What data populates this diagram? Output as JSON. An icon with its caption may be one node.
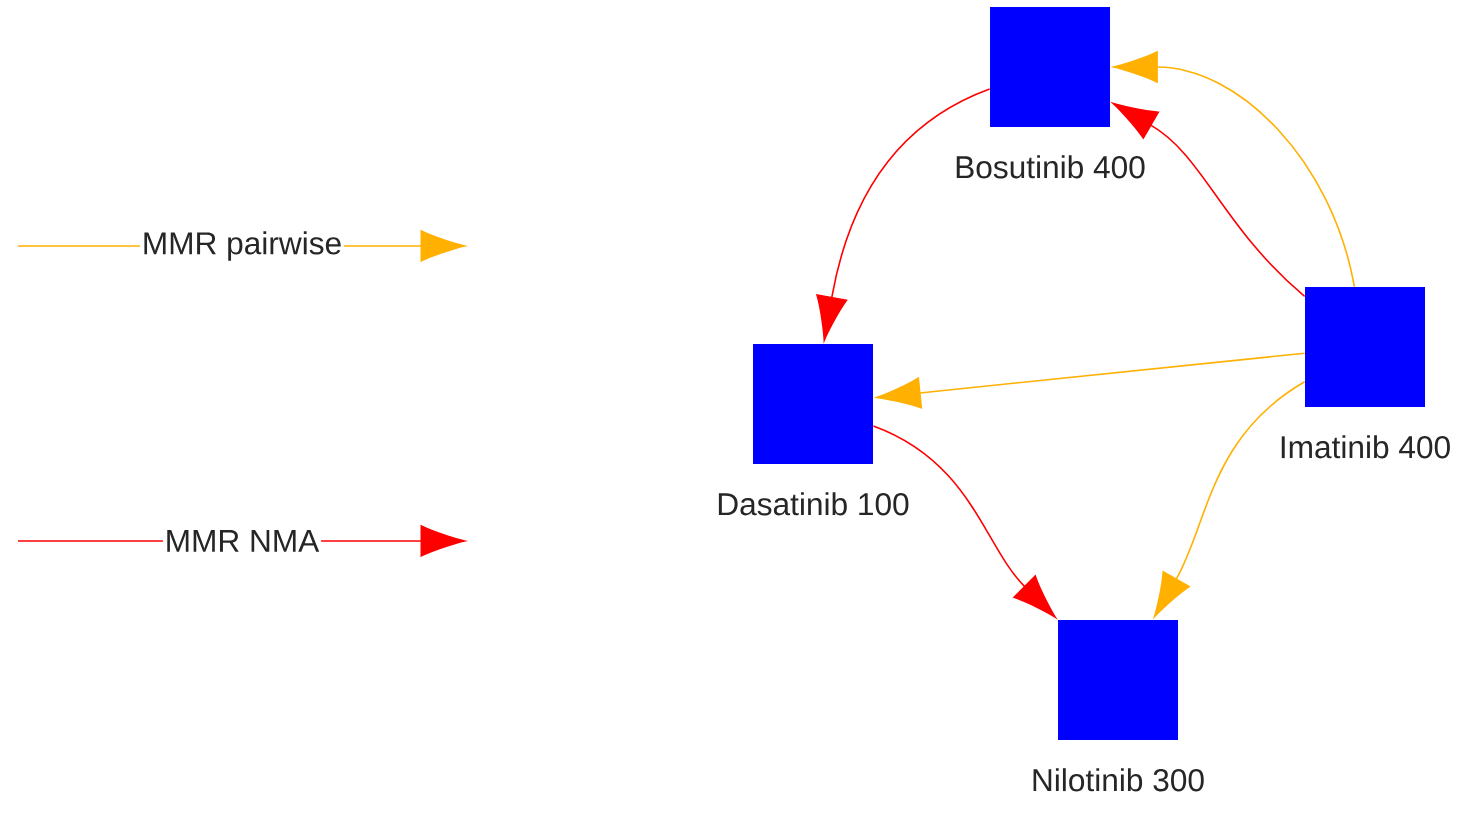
{
  "diagram": {
    "nodes": [
      {
        "text": [
          "Bosutinib 400"
        ]
      },
      {
        "text": [
          "Imatinib 400"
        ]
      },
      {
        "text": [
          "Dasatinib 100"
        ]
      },
      {
        "text": [
          "Nilotinib 300"
        ]
      }
    ],
    "edges": [
      {
        "from": 1,
        "to": 0,
        "arrow": "to",
        "color": "#ffb000"
      },
      {
        "from": 1,
        "to": 0,
        "arrow": "to",
        "color": "#ff0000"
      },
      {
        "from": 0,
        "to": 2,
        "arrow": "to",
        "color": "#ff0000"
      },
      {
        "from": 1,
        "to": 2,
        "arrow": "to",
        "color": "#ffb000"
      },
      {
        "from": 2,
        "to": 3,
        "arrow": "to",
        "color": "#ff0000"
      },
      {
        "from": 1,
        "to": 3,
        "arrow": "to",
        "color": "#ffb000"
      }
    ],
    "legend": [
      {
        "text": "MMR pairwise"
      },
      {
        "text": "MMR NMA"
      }
    ]
  }
}
